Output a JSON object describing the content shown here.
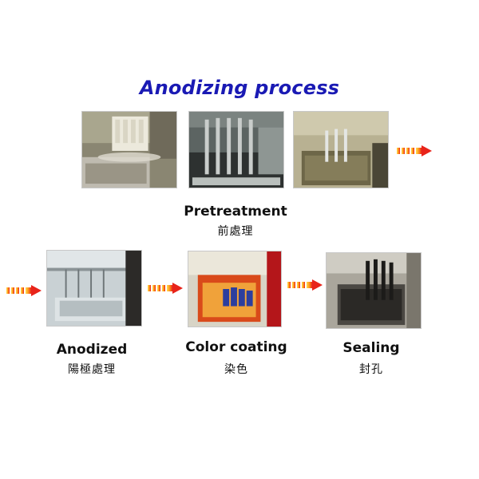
{
  "title": "Anodizing process",
  "steps": [
    {
      "en": "Pretreatment",
      "zh": "前處理"
    },
    {
      "en": "Anodized",
      "zh": "陽極處理"
    },
    {
      "en": "Color coating",
      "zh": "染色"
    },
    {
      "en": "Sealing",
      "zh": "封孔"
    }
  ],
  "photos": [
    {
      "id": "pretreatment-photo-1",
      "icon": "rack-dip-tank"
    },
    {
      "id": "pretreatment-photo-2",
      "icon": "rack-in-tank"
    },
    {
      "id": "pretreatment-photo-3",
      "icon": "rinse-tank"
    },
    {
      "id": "anodized-photo",
      "icon": "anodizing-tank"
    },
    {
      "id": "color-coating-photo",
      "icon": "dye-tank"
    },
    {
      "id": "sealing-photo",
      "icon": "sealing-tank"
    }
  ],
  "colors": {
    "title": "#1a1ab4",
    "arrow_start": "#ffe14d",
    "arrow_mid": "#ff8c1a",
    "arrow_end": "#e8231a"
  }
}
